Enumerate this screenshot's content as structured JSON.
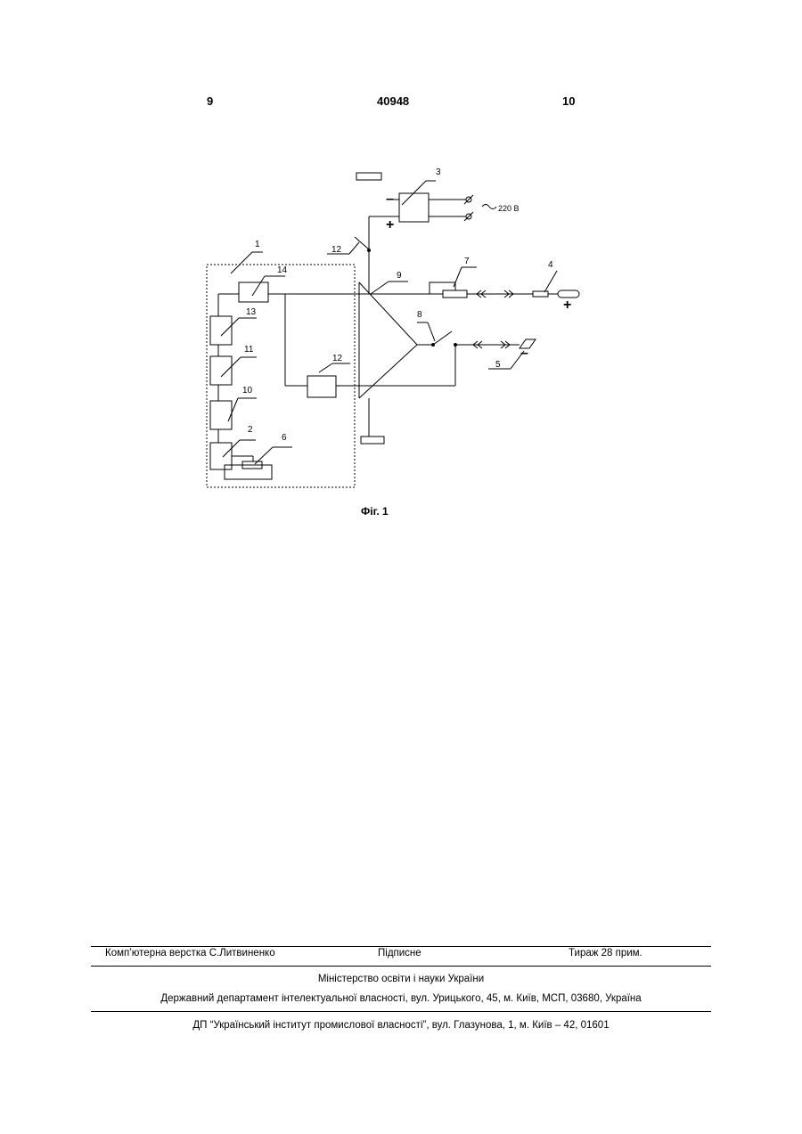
{
  "header": {
    "left_page": "9",
    "doc_number": "40948",
    "right_page": "10"
  },
  "figure": {
    "labels": [
      "1",
      "2",
      "3",
      "4",
      "5",
      "6",
      "7",
      "8",
      "9",
      "10",
      "11",
      "12",
      "12",
      "13",
      "14"
    ],
    "voltage": "220 В",
    "plus_sign": "+",
    "minus_sign": "–",
    "caption": "Фіг. 1"
  },
  "footer": {
    "typesetting": "Комп’ютерна верстка С.Литвиненко",
    "signed": "Підписне",
    "circulation": "Тираж 28 прим.",
    "ministry": "Міністерство освіти і науки України",
    "department": "Державний департамент інтелектуальної власності, вул. Урицького, 45, м. Київ, МСП, 03680, Україна",
    "institute": "ДП “Український інститут промислової власності”, вул. Глазунова, 1, м. Київ – 42, 01601"
  }
}
